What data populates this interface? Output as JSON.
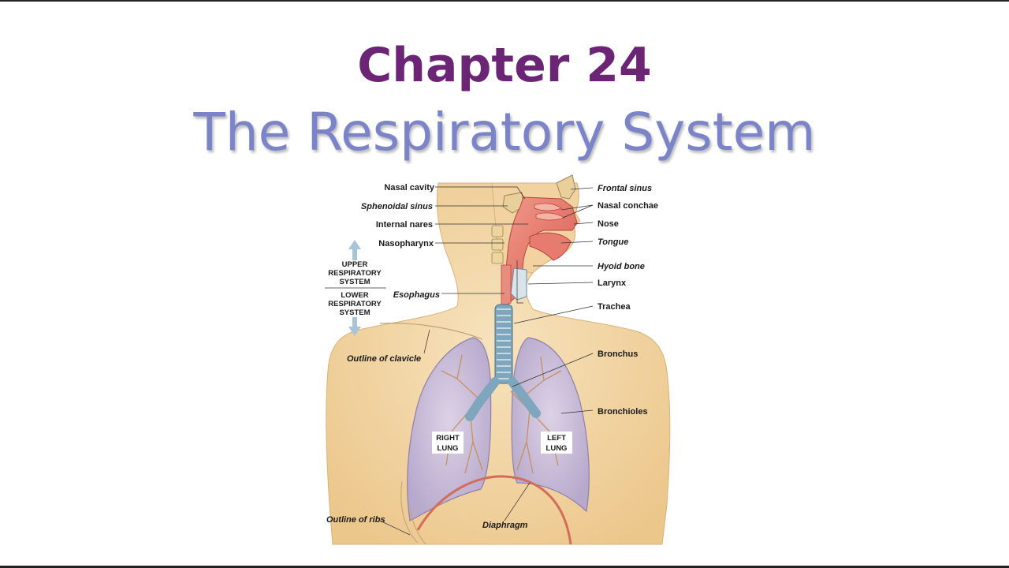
{
  "slide": {
    "title": "Chapter 24",
    "subtitle": "The Respiratory System"
  },
  "colors": {
    "title": "#6b2574",
    "subtitle": "#7b84c8",
    "skin": "#f3d7a6",
    "lung": "#cbbfd8",
    "airway": "#e0756a",
    "trachea": "#7ea6bd"
  },
  "labels": {
    "nasal_cavity": "Nasal cavity",
    "sphenoidal_sinus": "Sphenoidal sinus",
    "internal_nares": "Internal nares",
    "nasopharynx": "Nasopharynx",
    "upper_line1": "UPPER",
    "upper_line2": "RESPIRATORY",
    "upper_line3": "SYSTEM",
    "lower_line1": "LOWER",
    "lower_line2": "RESPIRATORY",
    "lower_line3": "SYSTEM",
    "esophagus": "Esophagus",
    "outline_clavicle": "Outline of clavicle",
    "outline_ribs": "Outline of ribs",
    "diaphragm": "Diaphragm",
    "frontal_sinus": "Frontal sinus",
    "nasal_conchae": "Nasal conchae",
    "nose": "Nose",
    "tongue": "Tongue",
    "hyoid_bone": "Hyoid bone",
    "larynx": "Larynx",
    "trachea": "Trachea",
    "bronchus": "Bronchus",
    "bronchioles": "Bronchioles",
    "right_lung_1": "RIGHT",
    "right_lung_2": "LUNG",
    "left_lung_1": "LEFT",
    "left_lung_2": "LUNG"
  }
}
